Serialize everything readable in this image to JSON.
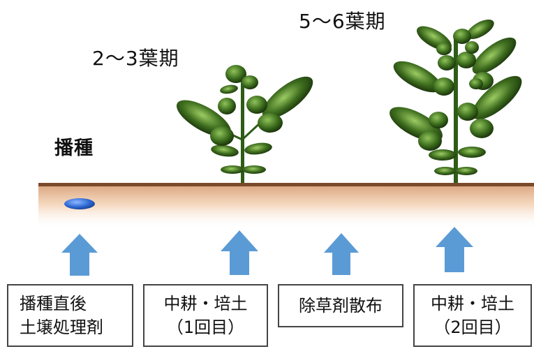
{
  "stages": {
    "sowing": "播種",
    "stage_2_3": "2～3葉期",
    "stage_5_6": "5～6葉期"
  },
  "operations": [
    {
      "line1": "播種直後",
      "line2": "土壌処理剤"
    },
    {
      "line1": "中耕・培土",
      "line2": "（1回目）"
    },
    {
      "line1": "除草剤散布"
    },
    {
      "line1": "中耕・培土",
      "line2": "（2回目）"
    }
  ],
  "colors": {
    "soil_line": "#7a4a2a",
    "soil_glow": "#f3c9a2",
    "arrow": "#5b9bd5",
    "leaf_dark": "#1f3d10",
    "leaf_light": "#8bbf55",
    "seed": "#3a78d8"
  }
}
